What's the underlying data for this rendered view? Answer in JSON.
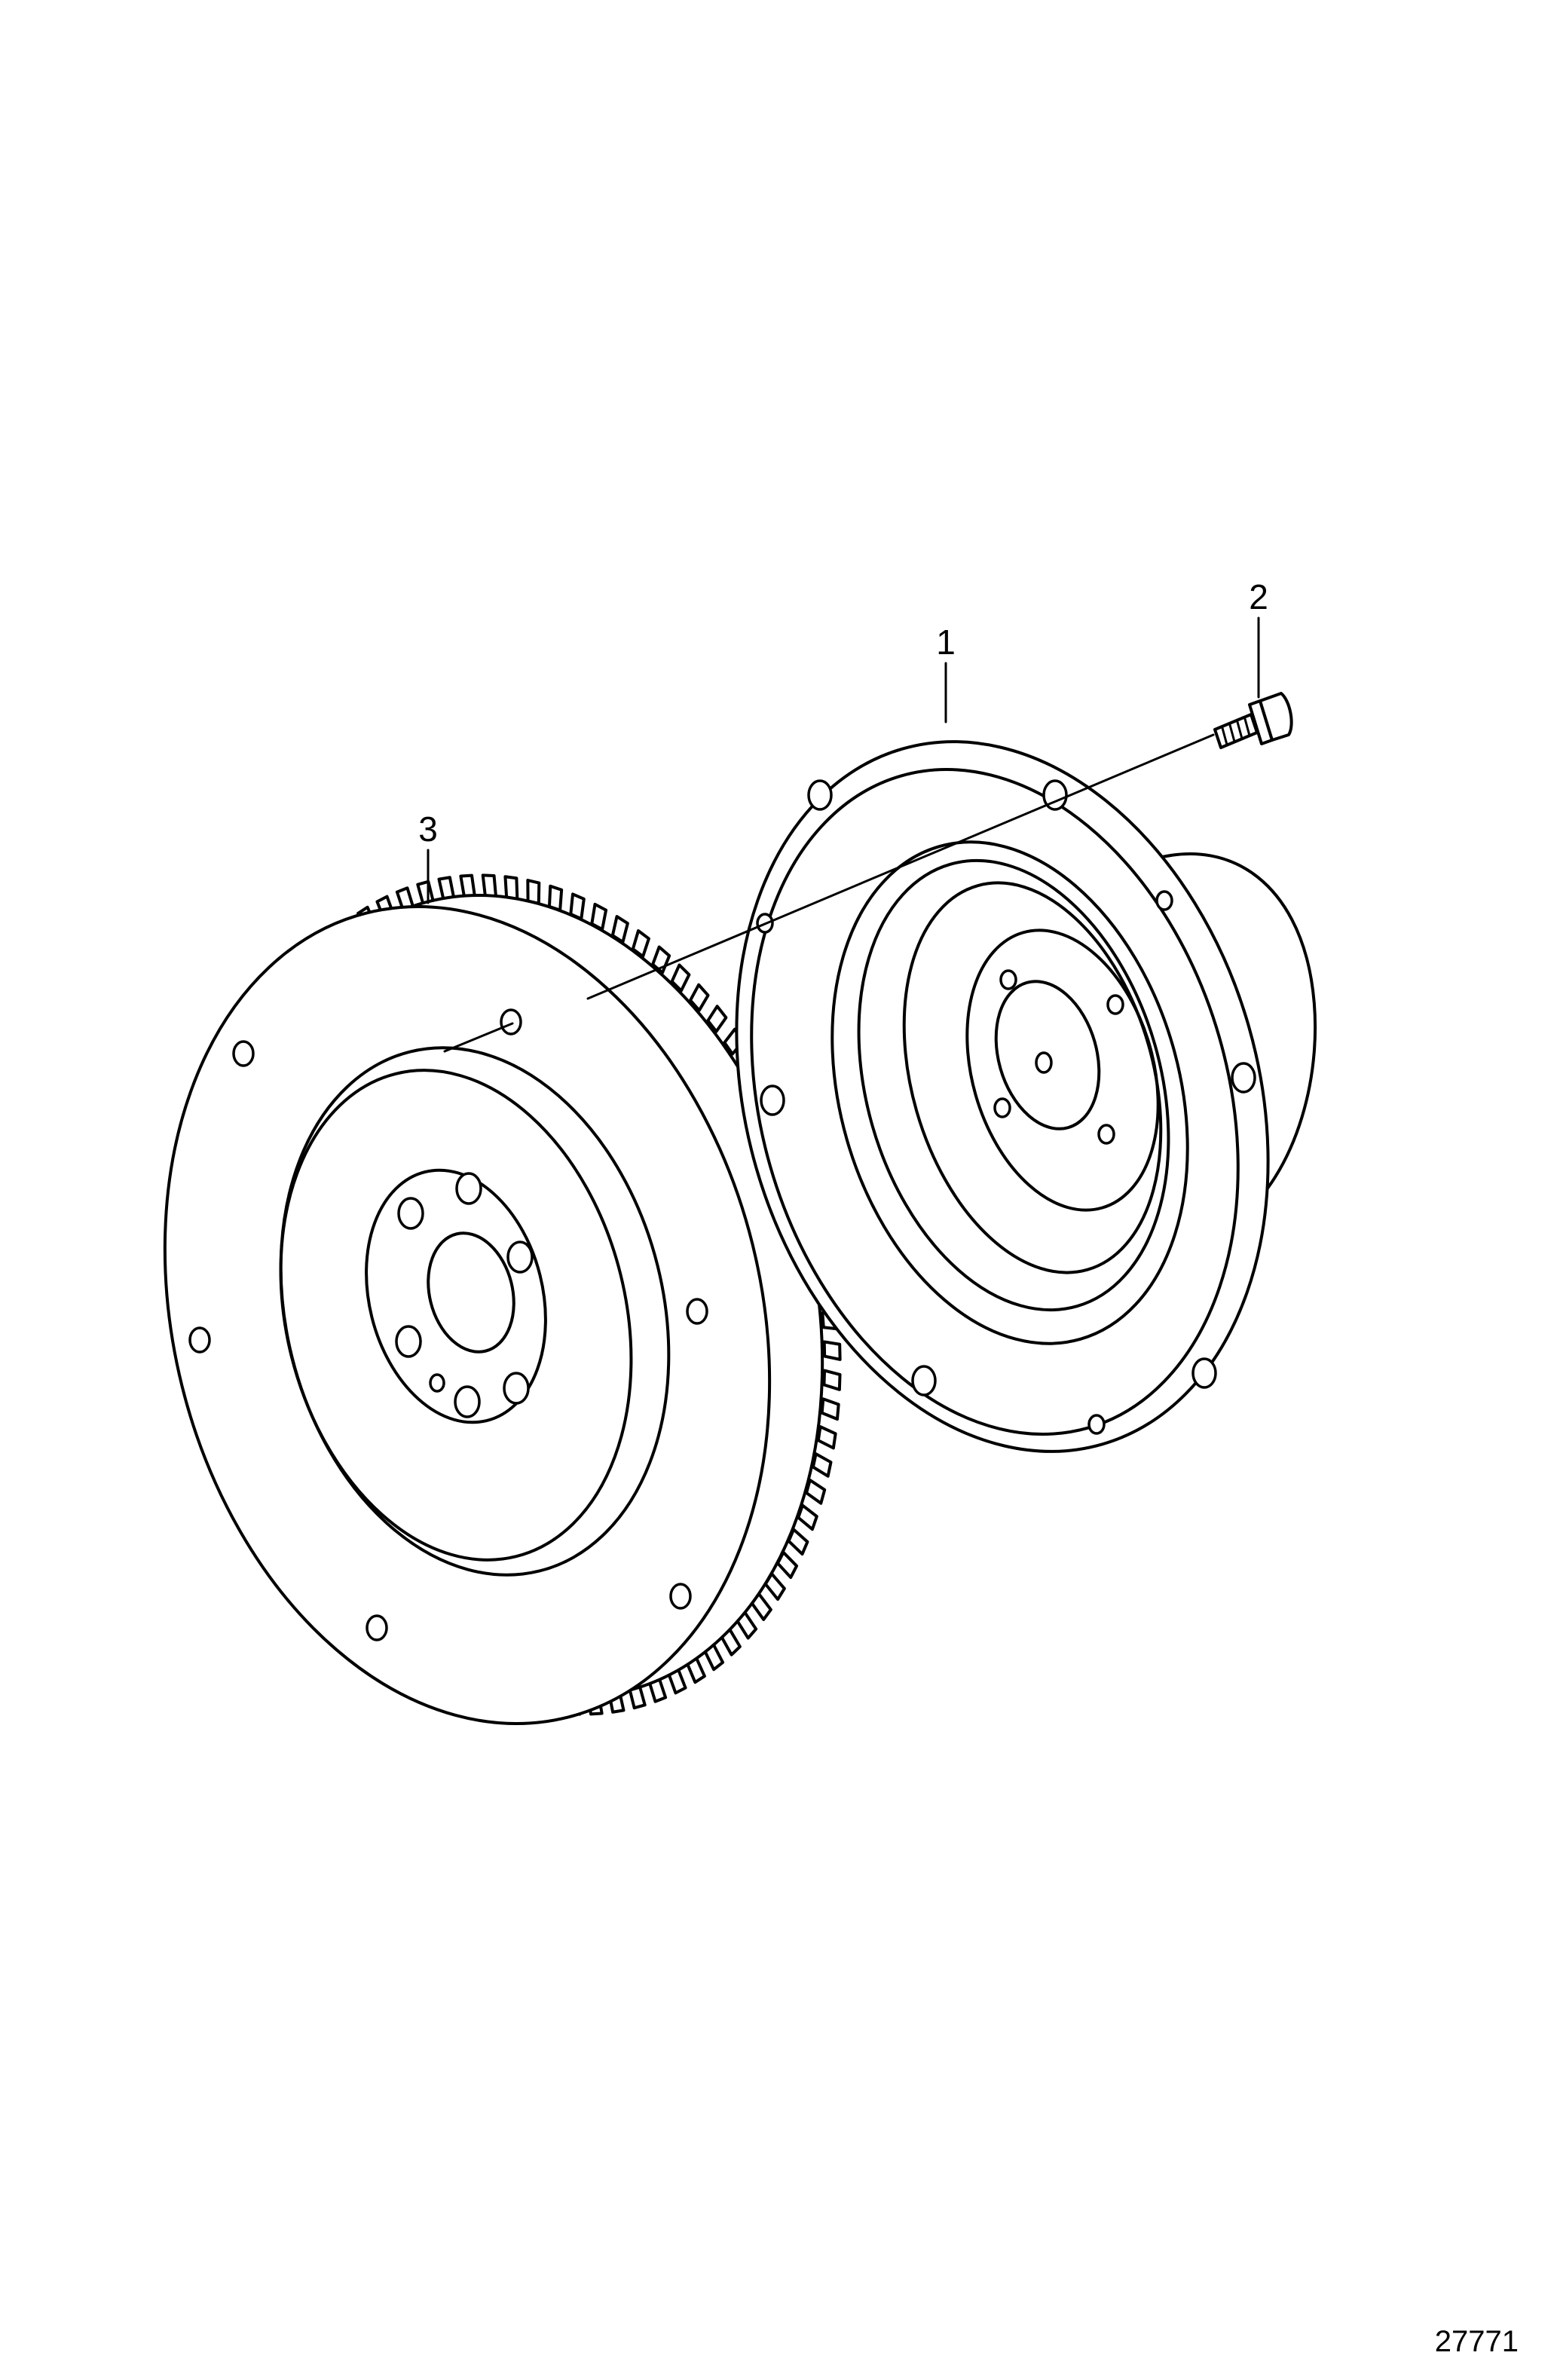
{
  "callouts": [
    {
      "id": "1",
      "label": "1"
    },
    {
      "id": "2",
      "label": "2"
    },
    {
      "id": "3",
      "label": "3"
    }
  ],
  "drawing_number": "27771"
}
